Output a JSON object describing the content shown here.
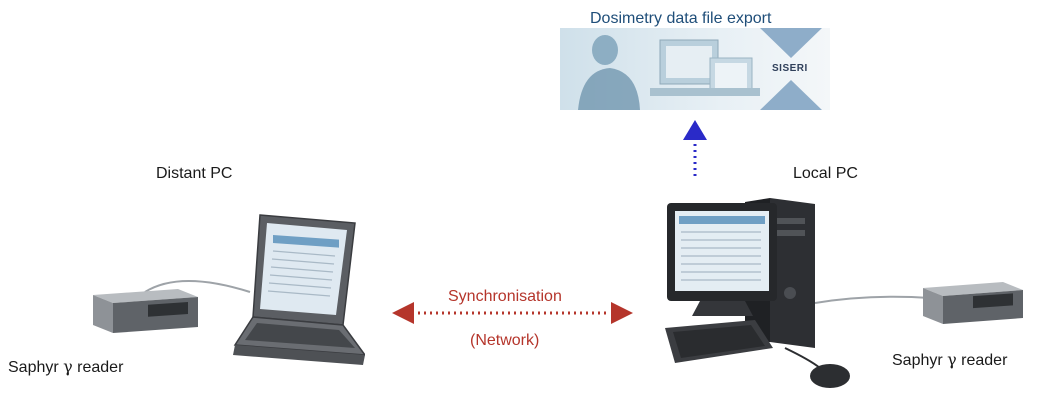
{
  "export": {
    "title": "Dosimetry data  file export",
    "brand": "SISERI"
  },
  "distant_pc": {
    "label": "Distant PC",
    "reader_label_prefix": "Saphyr ",
    "reader_symbol": "γ",
    "reader_label_suffix": " reader"
  },
  "local_pc": {
    "label": "Local PC",
    "reader_label_prefix": "Saphyr ",
    "reader_symbol": "γ",
    "reader_label_suffix": " reader"
  },
  "link": {
    "label": "Synchronisation",
    "sublabel": "(Network)",
    "color": "#b5352b"
  },
  "upload_arrow_color": "#2a2ac8"
}
